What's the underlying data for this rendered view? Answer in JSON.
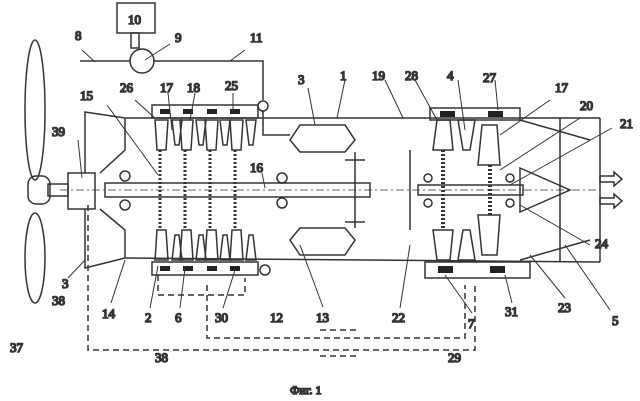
{
  "figure": {
    "caption": "Фиг. 1",
    "labels": {
      "l10": "10",
      "l8": "8",
      "l9": "9",
      "l11": "11",
      "l3a": "3",
      "l1": "1",
      "l19": "19",
      "l28": "28",
      "l4": "4",
      "l27": "27",
      "l17b": "17",
      "l20": "20",
      "l21": "21",
      "l39": "39",
      "l15": "15",
      "l26": "26",
      "l17a": "17",
      "l18": "18",
      "l25": "25",
      "l16": "16",
      "l24": "24",
      "l37": "37",
      "l38a": "38",
      "l3b": "3",
      "l14": "14",
      "l2": "2",
      "l6": "6",
      "l30": "30",
      "l12": "12",
      "l13": "13",
      "l22": "22",
      "l7": "7",
      "l31": "31",
      "l23": "23",
      "l5": "5",
      "l38b": "38",
      "l29": "29"
    }
  }
}
